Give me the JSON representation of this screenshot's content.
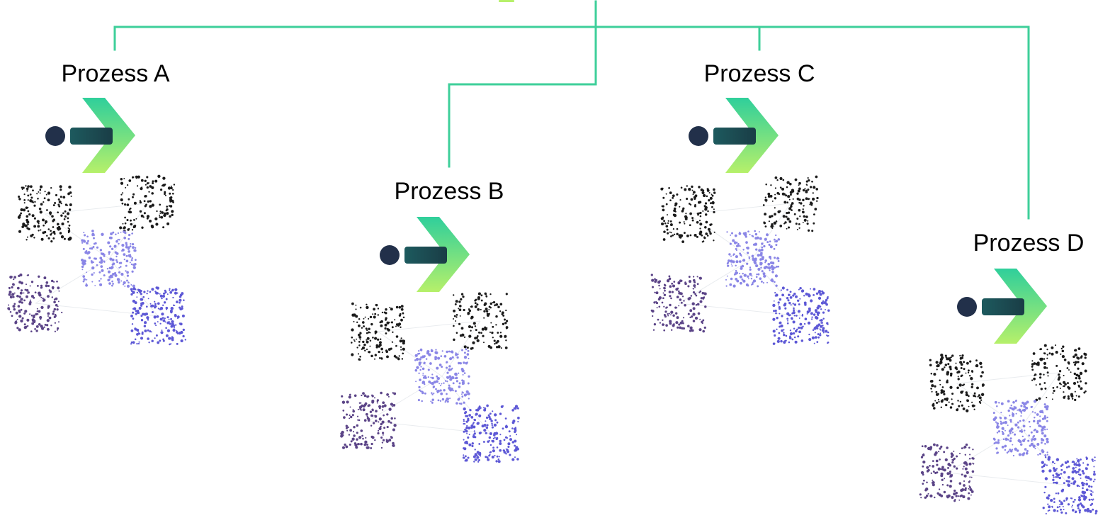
{
  "colors": {
    "connector": "#3ecf9a",
    "logo_dot": "#22304a",
    "logo_bar_start": "#1d5a5e",
    "logo_bar_end": "#1a3d46",
    "logo_chevron_top": "#2fcf9b",
    "logo_chevron_bottom": "#b6f06a",
    "cluster_black": "#1b1b1b",
    "cluster_lavender": "#8a86e6",
    "cluster_purple": "#5b4487",
    "cluster_blue": "#5d58d6",
    "cluster_edge": "#e9ecef"
  },
  "processes": [
    {
      "label": "Prozess A",
      "icon": "process-logo-icon"
    },
    {
      "label": "Prozess B",
      "icon": "process-logo-icon"
    },
    {
      "label": "Prozess C",
      "icon": "process-logo-icon"
    },
    {
      "label": "Prozess D",
      "icon": "process-logo-icon"
    }
  ]
}
